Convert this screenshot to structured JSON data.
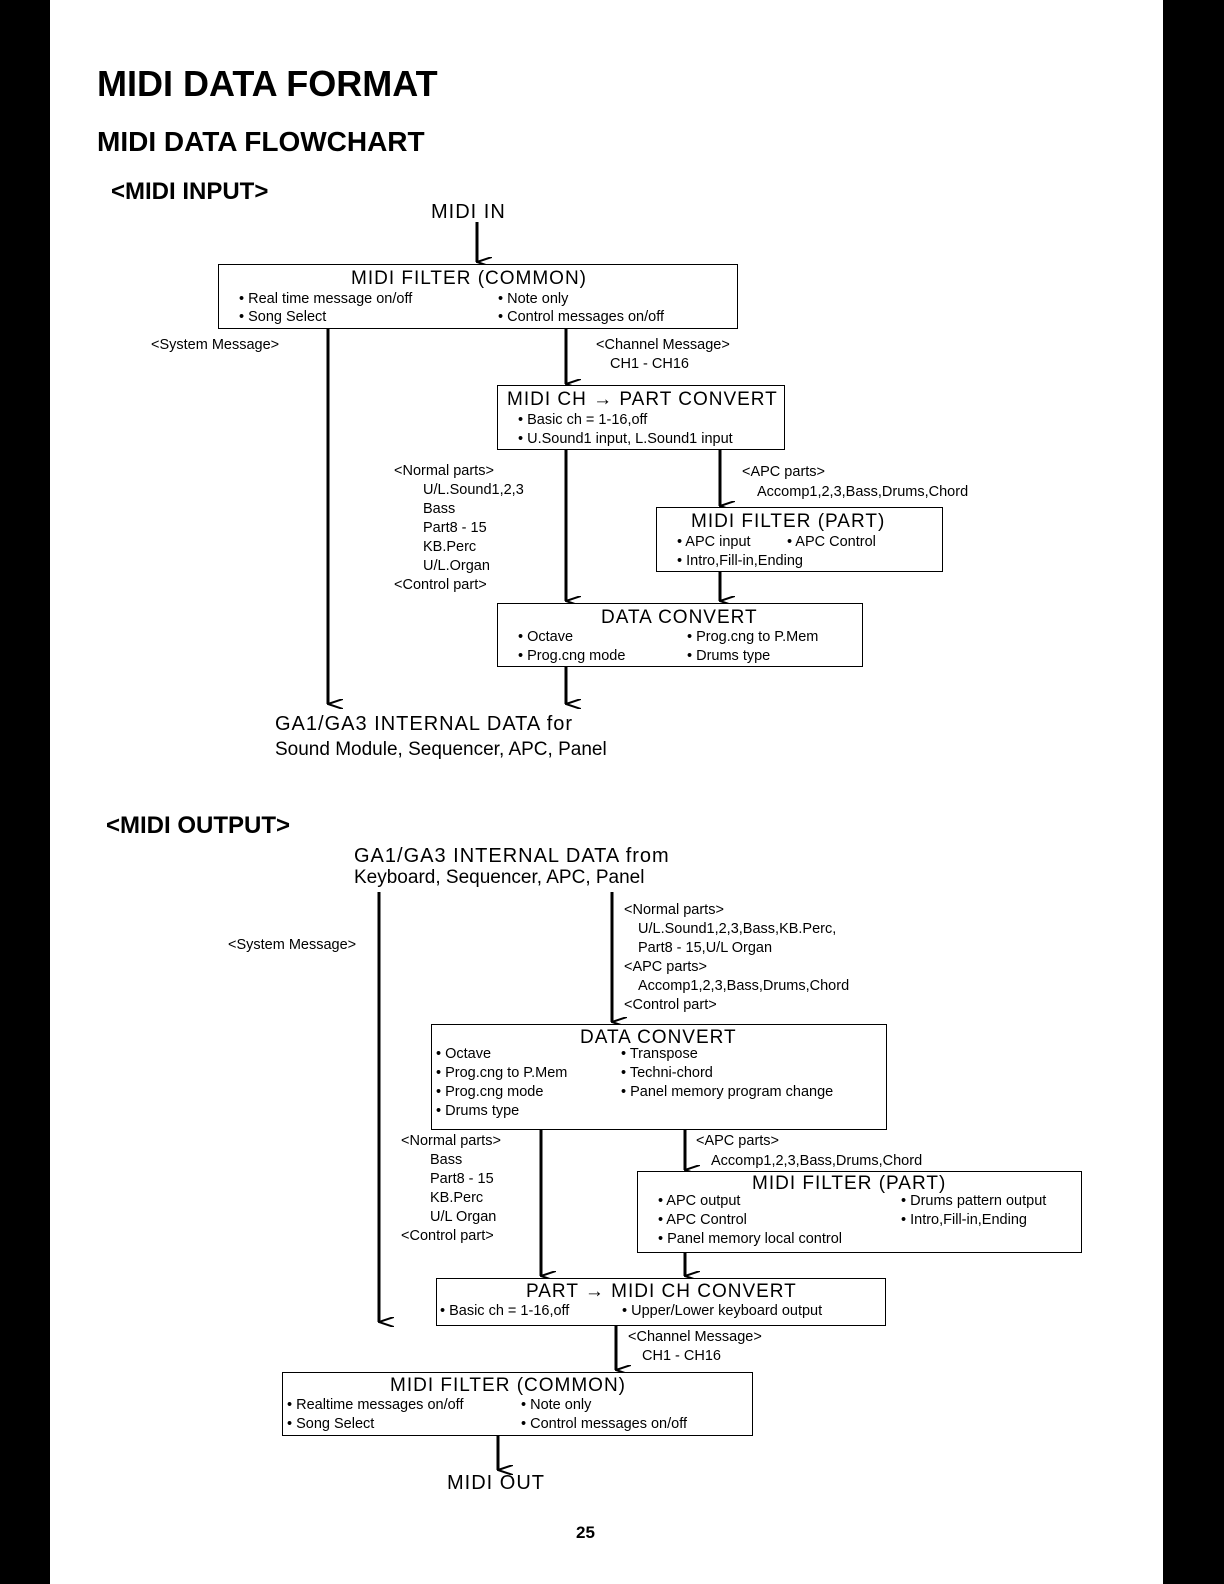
{
  "page_title": "MIDI DATA FORMAT",
  "section_title": "MIDI DATA FLOWCHART",
  "input": {
    "heading": "<MIDI INPUT>",
    "midi_in": "MIDI IN",
    "filter_common": {
      "title": "MIDI FILTER (COMMON)",
      "item1": "• Real time message on/off",
      "item2": "• Song Select",
      "item3": "• Note only",
      "item4": "• Control messages on/off"
    },
    "system_message": "<System Message>",
    "channel_message": "<Channel Message>",
    "channels": "CH1 - CH16",
    "ch_convert": {
      "title": "MIDI CH → PART CONVERT",
      "item1": "• Basic ch = 1-16,off",
      "item2": "• U.Sound1 input, L.Sound1 input"
    },
    "normal_parts": {
      "label": "<Normal parts>",
      "l1": "U/L.Sound1,2,3",
      "l2": "Bass",
      "l3": "Part8 - 15",
      "l4": "KB.Perc",
      "l5": "U/L.Organ",
      "control": "<Control part>"
    },
    "apc_parts": {
      "label": "<APC parts>",
      "l1": "Accomp1,2,3,Bass,Drums,Chord"
    },
    "filter_part": {
      "title": "MIDI FILTER (PART)",
      "item1": "• APC input",
      "item2": "• APC Control",
      "item3": "• Intro,Fill-in,Ending"
    },
    "data_convert": {
      "title": "DATA CONVERT",
      "item1": "• Octave",
      "item2": "• Prog.cng mode",
      "item3": "• Prog.cng to P.Mem",
      "item4": "• Drums type"
    },
    "internal_l1": "GA1/GA3 INTERNAL DATA for",
    "internal_l2": "Sound Module, Sequencer, APC, Panel"
  },
  "output": {
    "heading": "<MIDI OUTPUT>",
    "internal_l1": "GA1/GA3 INTERNAL DATA from",
    "internal_l2": "Keyboard, Sequencer, APC, Panel",
    "system_message": "<System Message>",
    "top_labels": {
      "normal": "<Normal parts>",
      "n1": "U/L.Sound1,2,3,Bass,KB.Perc,",
      "n2": "Part8 - 15,U/L Organ",
      "apc": "<APC parts>",
      "a1": "Accomp1,2,3,Bass,Drums,Chord",
      "control": "<Control part>"
    },
    "data_convert": {
      "title": "DATA CONVERT",
      "item1": "• Octave",
      "item2": "• Prog.cng to P.Mem",
      "item3": "• Prog.cng mode",
      "item4": "• Drums type",
      "item5": "• Transpose",
      "item6": "• Techni-chord",
      "item7": "• Panel memory program change"
    },
    "normal_parts": {
      "label": "<Normal parts>",
      "l1": "Bass",
      "l2": "Part8 - 15",
      "l3": "KB.Perc",
      "l4": "U/L Organ",
      "control": "<Control part>"
    },
    "apc_parts": {
      "label": "<APC parts>",
      "l1": "Accomp1,2,3,Bass,Drums,Chord"
    },
    "filter_part": {
      "title": "MIDI FILTER (PART)",
      "item1": "• APC output",
      "item2": "• APC Control",
      "item3": "• Panel memory local control",
      "item4": "• Drums pattern output",
      "item5": "• Intro,Fill-in,Ending"
    },
    "part_convert": {
      "title": "PART → MIDI CH CONVERT",
      "item1": "• Basic ch = 1-16,off",
      "item2": "• Upper/Lower keyboard output"
    },
    "channel_message": "<Channel Message>",
    "channels": "CH1 - CH16",
    "filter_common": {
      "title": "MIDI FILTER (COMMON)",
      "item1": "• Realtime messages on/off",
      "item2": "• Song Select",
      "item3": "• Note only",
      "item4": "• Control messages on/off"
    },
    "midi_out": "MIDI OUT"
  },
  "page_number": "25"
}
